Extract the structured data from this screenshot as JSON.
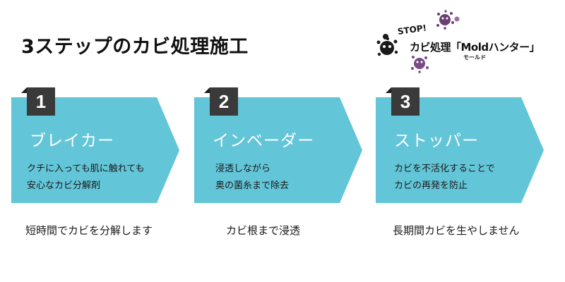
{
  "header": {
    "title": "3ステップのカビ処理施工"
  },
  "logo": {
    "stop_text": "STOP!",
    "brand": "カビ処理「Moldハンター」",
    "brand_ruby": "モールド",
    "germ_icon": "mold-germ-icon"
  },
  "colors": {
    "arrow": "#63c5d8",
    "badge": "#3a3a3a",
    "step_name": "#ffffff"
  },
  "steps": [
    {
      "number": "1",
      "name": "ブレイカー",
      "desc_line1": "クチに入っても肌に触れても",
      "desc_line2": "安心なカビ分解剤",
      "caption": "短時間でカビを分解します"
    },
    {
      "number": "2",
      "name": "インベーダー",
      "desc_line1": "浸透しながら",
      "desc_line2": "奥の菌糸まで除去",
      "caption": "カビ根まで浸透"
    },
    {
      "number": "3",
      "name": "ストッパー",
      "desc_line1": "カビを不活化することで",
      "desc_line2": "カビの再発を防止",
      "caption": "長期間カビを生やしません"
    }
  ]
}
